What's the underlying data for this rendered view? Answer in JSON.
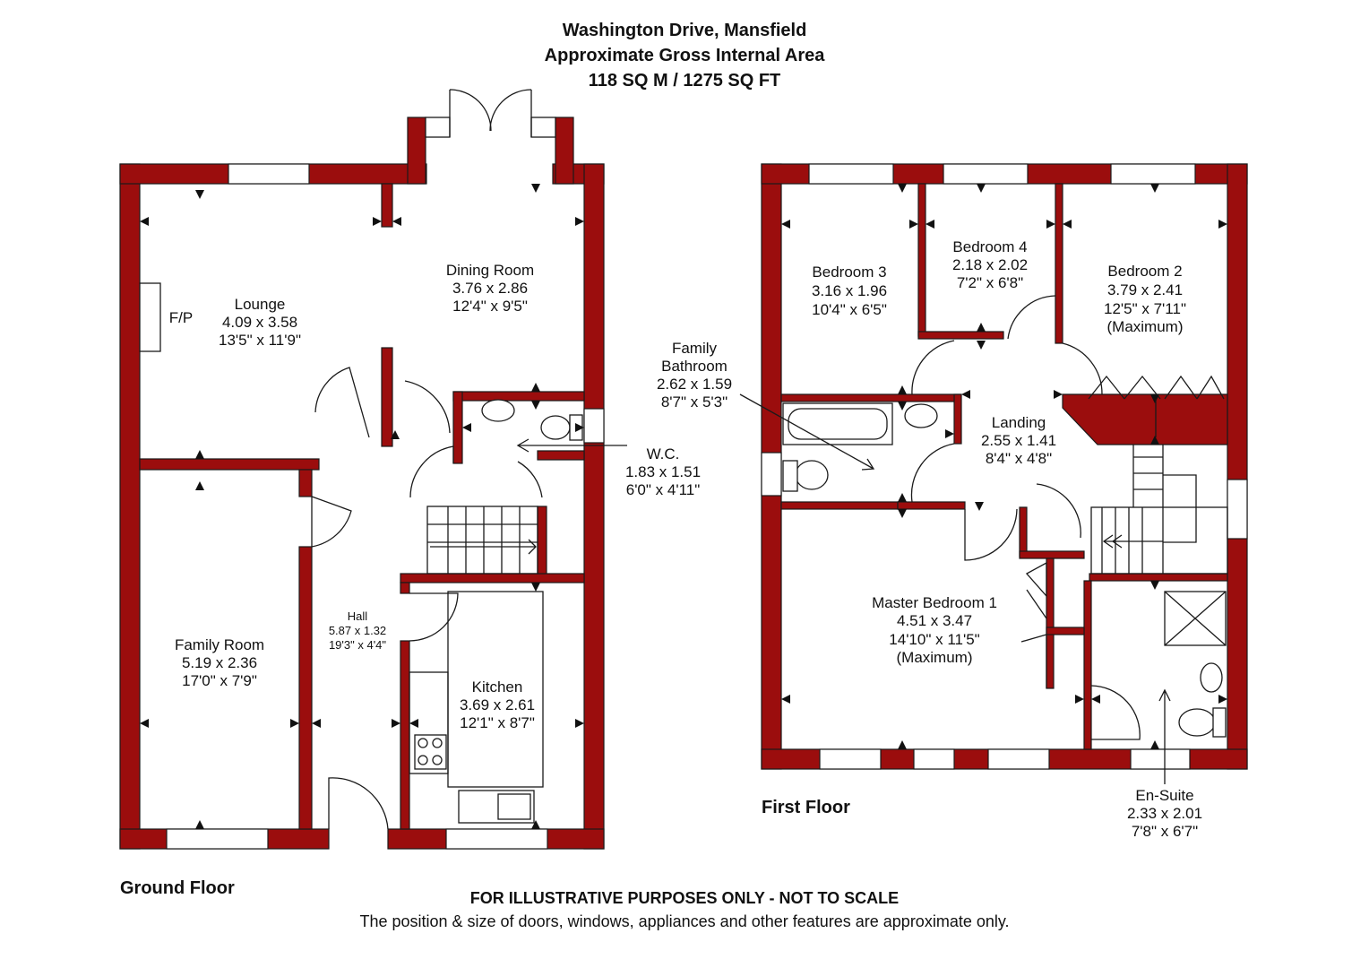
{
  "header": {
    "title": "Washington Drive, Mansfield",
    "subtitle": "Approximate Gross Internal Area",
    "area": "118 SQ M / 1275 SQ FT"
  },
  "floors": {
    "ground": "Ground Floor",
    "first": "First Floor"
  },
  "ground_rooms": {
    "lounge": {
      "name": "Lounge",
      "metric": "4.09 x 3.58",
      "imperial": "13'5\" x 11'9\""
    },
    "fireplace": "F/P",
    "dining": {
      "name": "Dining Room",
      "metric": "3.76 x 2.86",
      "imperial": "12'4\" x 9'5\""
    },
    "wc": {
      "name": "W.C.",
      "metric": "1.83 x 1.51",
      "imperial": "6'0\" x 4'11\""
    },
    "hall": {
      "name": "Hall",
      "metric": "5.87 x 1.32",
      "imperial": "19'3\" x 4'4\""
    },
    "family": {
      "name": "Family Room",
      "metric": "5.19 x 2.36",
      "imperial": "17'0\" x 7'9\""
    },
    "kitchen": {
      "name": "Kitchen",
      "metric": "3.69 x 2.61",
      "imperial": "12'1\" x 8'7\""
    }
  },
  "first_rooms": {
    "bed3": {
      "name": "Bedroom 3",
      "metric": "3.16 x 1.96",
      "imperial": "10'4\" x 6'5\""
    },
    "bed4": {
      "name": "Bedroom 4",
      "metric": "2.18 x 2.02",
      "imperial": "7'2\" x 6'8\""
    },
    "bed2": {
      "name": "Bedroom 2",
      "metric": "3.79 x 2.41",
      "imperial": "12'5\" x 7'11\"",
      "note": "(Maximum)"
    },
    "bath": {
      "name1": "Family",
      "name2": "Bathroom",
      "metric": "2.62 x 1.59",
      "imperial": "8'7\" x 5'3\""
    },
    "landing": {
      "name": "Landing",
      "metric": "2.55 x 1.41",
      "imperial": "8'4\" x 4'8\""
    },
    "master": {
      "name": "Master Bedroom 1",
      "metric": "4.51 x 3.47",
      "imperial": "14'10\" x 11'5\"",
      "note": "(Maximum)"
    },
    "ensuite": {
      "name": "En-Suite",
      "metric": "2.33 x 2.01",
      "imperial": "7'8\" x 6'7\""
    }
  },
  "footer": {
    "disclaimer": "FOR ILLUSTRATIVE PURPOSES ONLY - NOT TO SCALE",
    "note": "The position & size of doors, windows, appliances and other features are approximate only."
  },
  "colors": {
    "wall": "#9b0d0d",
    "outline": "#1a1a1a"
  }
}
